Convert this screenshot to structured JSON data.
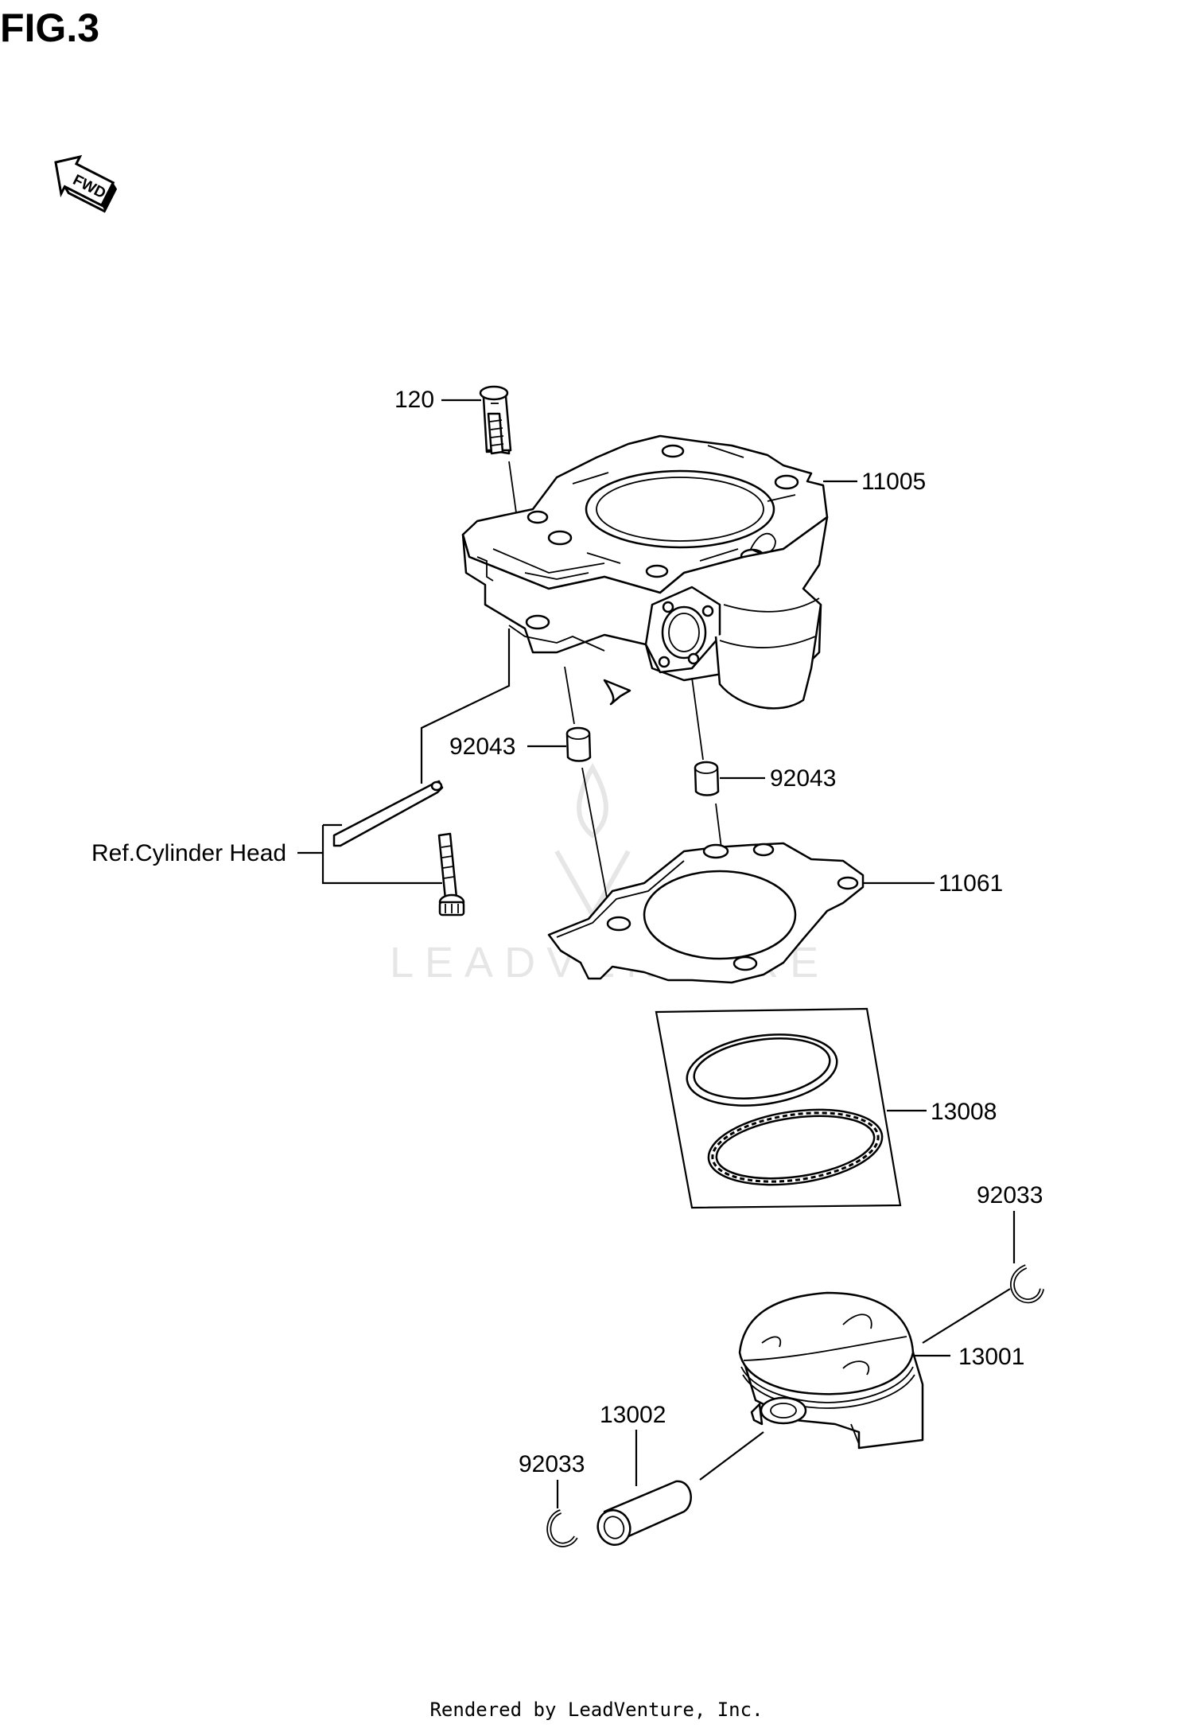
{
  "figure": {
    "title": "FIG.3",
    "fwd_label": "FWD",
    "watermark": "LEADVENTURE",
    "footer": "Rendered by LeadVenture, Inc."
  },
  "callouts": {
    "bolt": "120",
    "cylinder": "11005",
    "dowel_left": "92043",
    "dowel_right": "92043",
    "ref_cylinder_head": "Ref.Cylinder Head",
    "gasket": "11061",
    "ring_set": "13008",
    "circlip_right": "92033",
    "piston": "13001",
    "piston_pin": "13002",
    "circlip_left": "92033"
  }
}
